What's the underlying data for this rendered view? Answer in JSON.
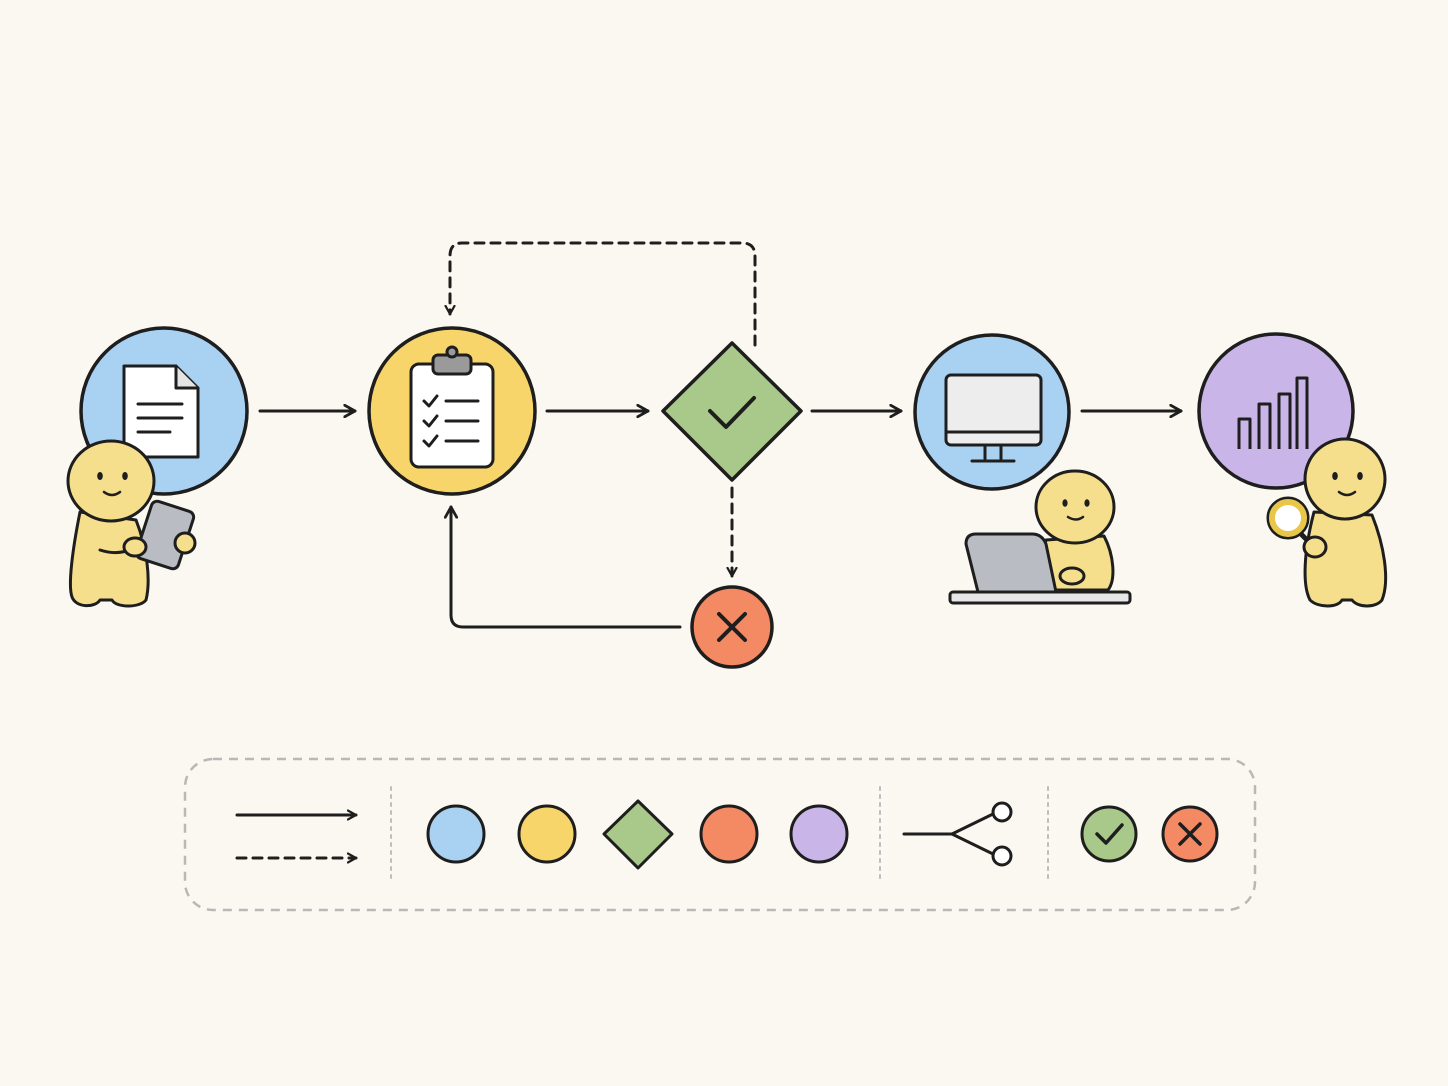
{
  "diagram": {
    "nodes": [
      {
        "id": "document",
        "shape": "circle",
        "icon": "document-icon",
        "fill": "#A9D1F2",
        "character": "person-with-tablet"
      },
      {
        "id": "checklist",
        "shape": "circle",
        "icon": "clipboard-checklist-icon",
        "fill": "#F7D56B",
        "character": ""
      },
      {
        "id": "approve",
        "shape": "diamond",
        "icon": "checkmark-icon",
        "fill": "#A8C98A",
        "character": ""
      },
      {
        "id": "reject",
        "shape": "circle",
        "icon": "x-icon",
        "fill": "#F48A63",
        "character": ""
      },
      {
        "id": "computer",
        "shape": "circle",
        "icon": "monitor-icon",
        "fill": "#A9D1F2",
        "character": "person-with-laptop"
      },
      {
        "id": "report",
        "shape": "circle",
        "icon": "bar-chart-icon",
        "fill": "#C9B5E8",
        "character": "person-with-magnifier"
      }
    ],
    "edges": [
      {
        "from": "document",
        "to": "checklist",
        "style": "solid"
      },
      {
        "from": "checklist",
        "to": "approve",
        "style": "solid"
      },
      {
        "from": "approve",
        "to": "checklist",
        "style": "dashed",
        "route": "loop-over-top"
      },
      {
        "from": "approve",
        "to": "reject",
        "style": "dashed"
      },
      {
        "from": "reject",
        "to": "checklist",
        "style": "solid",
        "route": "loop-under"
      },
      {
        "from": "approve",
        "to": "computer",
        "style": "solid"
      },
      {
        "from": "computer",
        "to": "report",
        "style": "solid"
      }
    ]
  },
  "legend": {
    "groups": [
      {
        "id": "connectors",
        "items": [
          "solid-arrow-icon",
          "dashed-arrow-icon"
        ]
      },
      {
        "id": "node-colors",
        "items": [
          "blue-circle",
          "yellow-circle",
          "green-diamond",
          "orange-circle",
          "purple-circle"
        ]
      },
      {
        "id": "branch",
        "items": [
          "branch-icon"
        ]
      },
      {
        "id": "outcomes",
        "items": [
          "check-badge-icon",
          "x-badge-icon"
        ]
      }
    ]
  },
  "colors": {
    "background": "#FBF8F1",
    "stroke": "#1E1E1E",
    "blue": "#A9D1F2",
    "yellow": "#F7D56B",
    "green": "#A8C98A",
    "orange": "#F48A63",
    "purple": "#C9B5E8",
    "character": "#F5DE8C",
    "device": "#B9BCC3",
    "legend_border": "#B8B8B8"
  }
}
